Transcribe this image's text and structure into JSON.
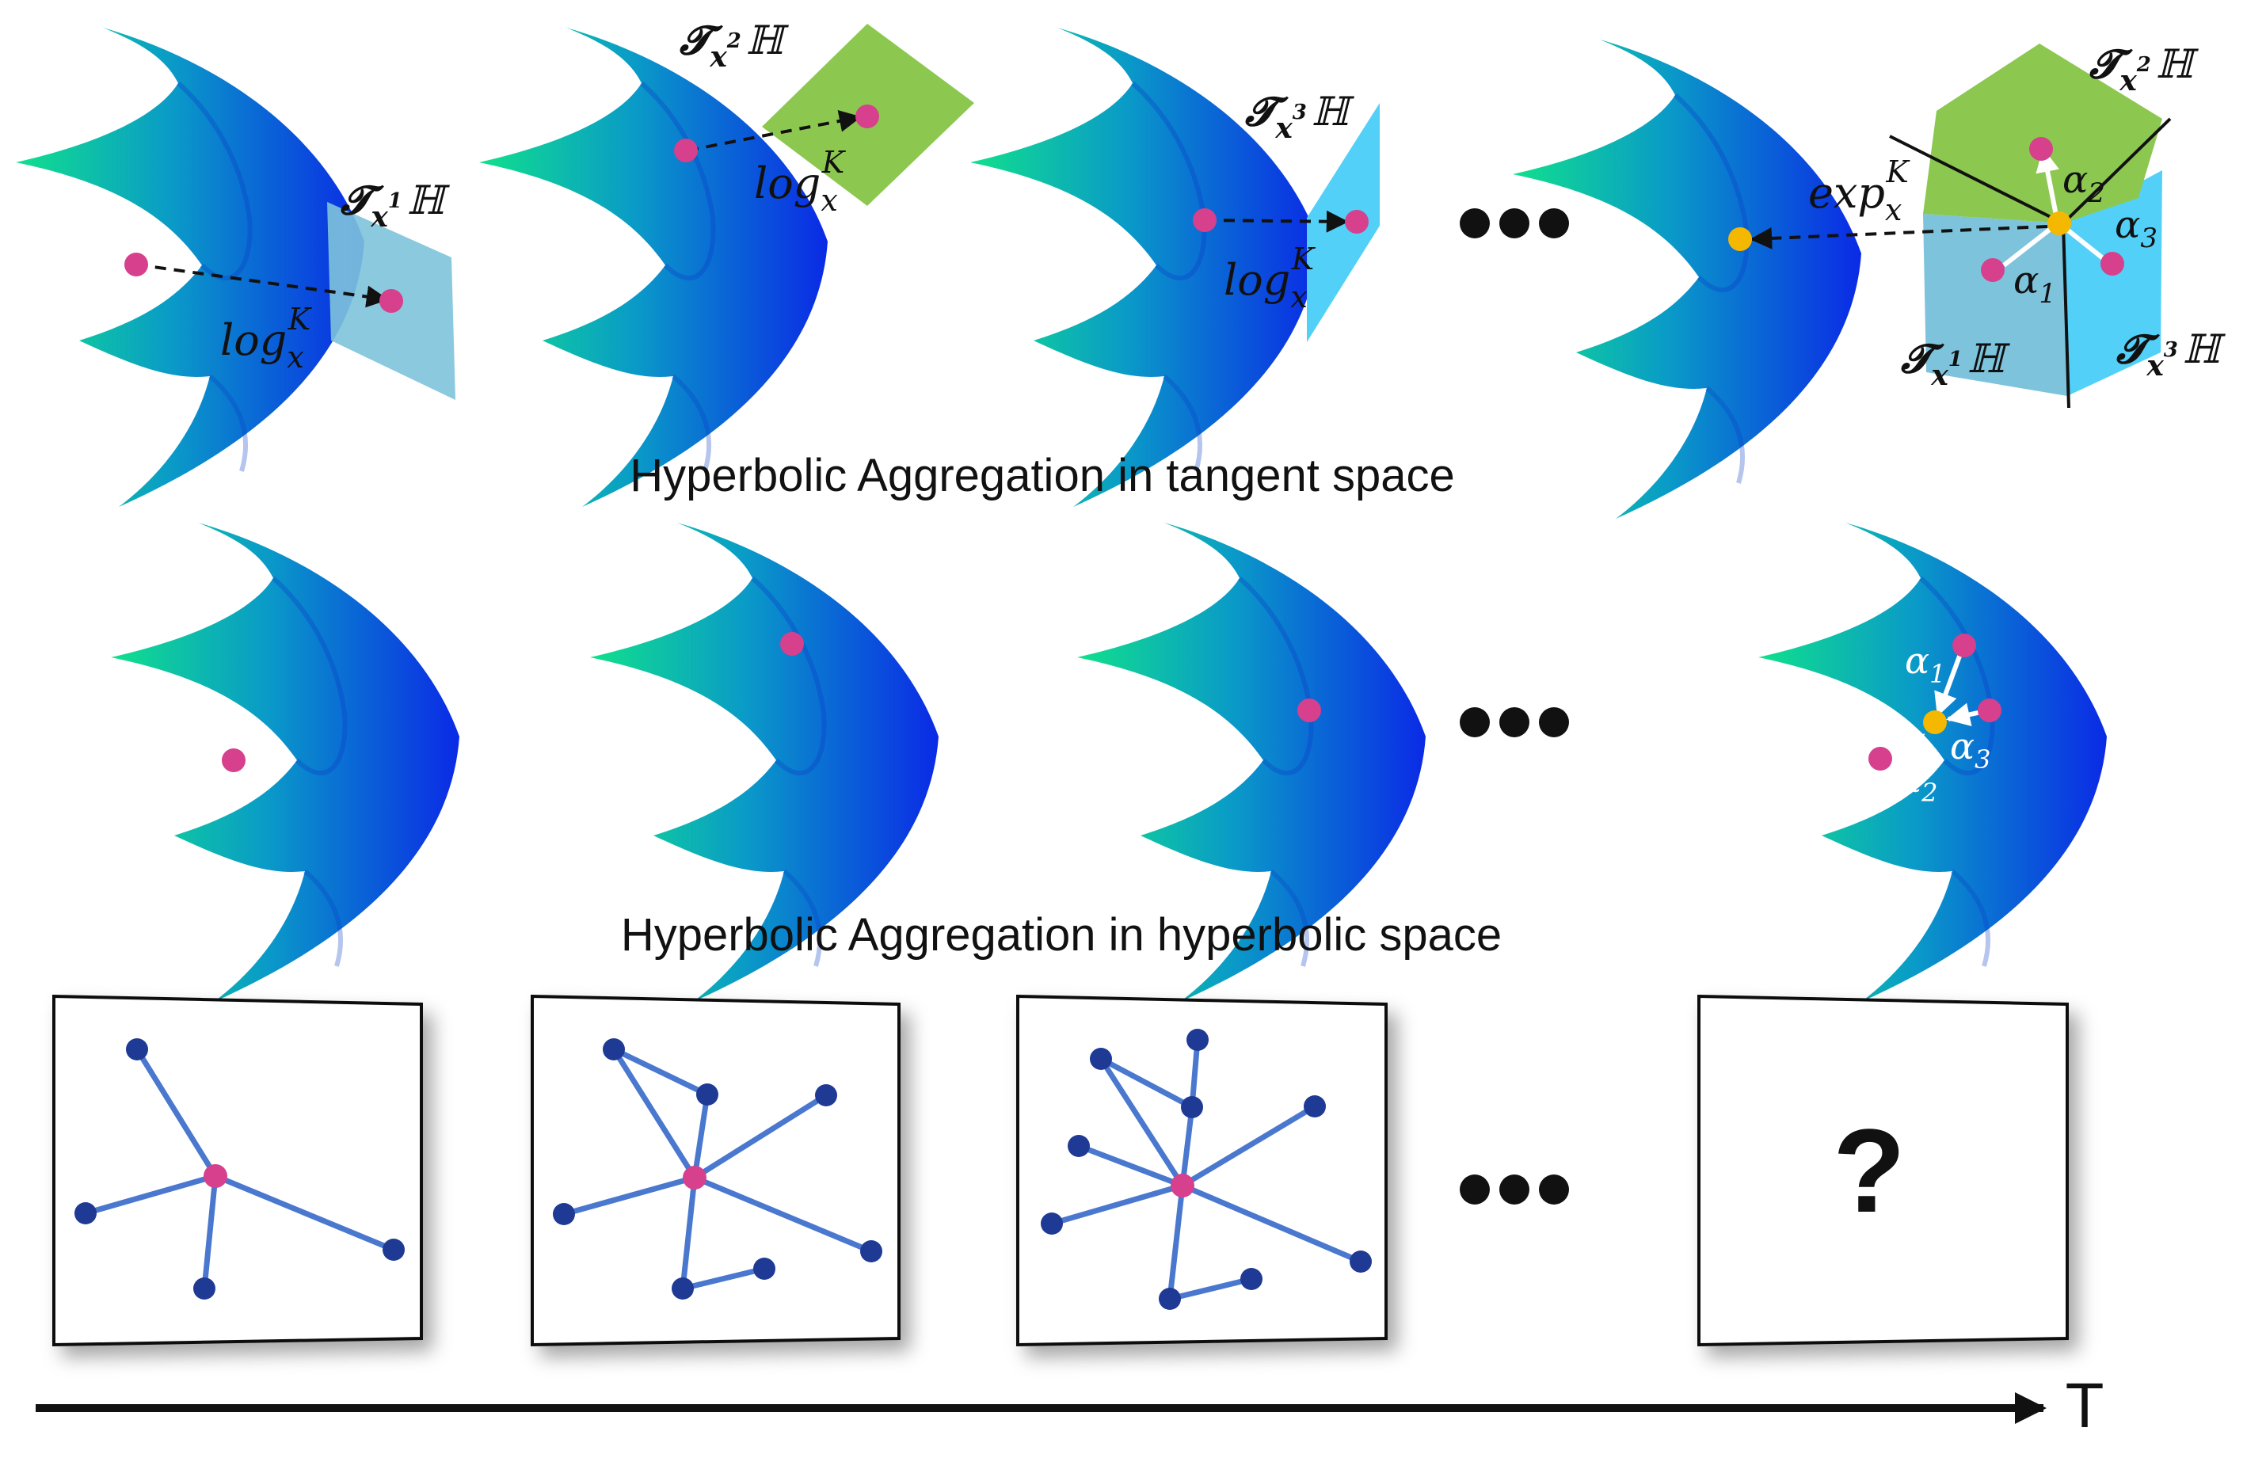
{
  "captions": {
    "tangent": "Hyperbolic Aggregation in tangent space",
    "hyperbolic": "Hyperbolic Aggregation in hyperbolic space",
    "time_axis": "T",
    "unknown": "?"
  },
  "math": {
    "tangent_space_symbol": "𝓣",
    "space_symbol": "ℍ",
    "x_var": "x",
    "sup_1": "1",
    "sup_2": "2",
    "sup_3": "3",
    "log": "log",
    "exp": "exp",
    "K": "K",
    "alpha": "α",
    "idx_1": "1",
    "idx_2": "2",
    "idx_3": "3"
  },
  "colors": {
    "surface_light": "#10e08c",
    "surface_dark": "#0a2ae6",
    "node_pink": "#d6408c",
    "node_yellow": "#f5b800",
    "plane_green": "#8cc850",
    "plane_lightblue": "#7ec3dc",
    "plane_cyan": "#52d0f8",
    "graph_edge": "#4a78cf",
    "graph_node": "#1e3a94"
  }
}
